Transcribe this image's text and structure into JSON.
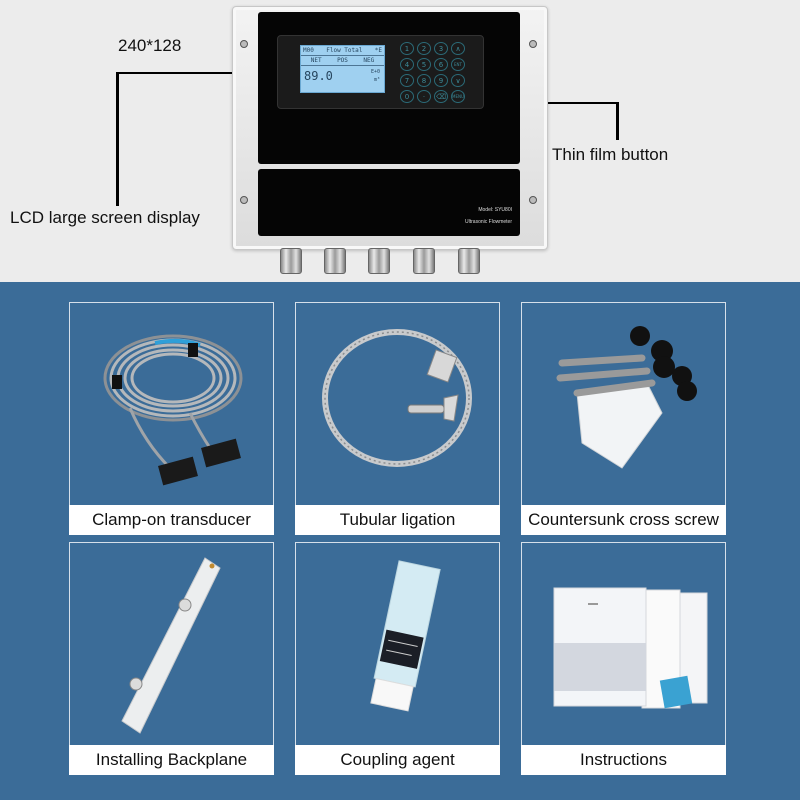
{
  "annotations": {
    "resolution": "240*128",
    "lcd_label": "LCD large screen display",
    "button_label": "Thin film button"
  },
  "device": {
    "lcd": {
      "header_left": "M00",
      "header_title": "Flow Total",
      "header_right": "*E",
      "tabs": [
        "NET",
        "POS",
        "NEG"
      ],
      "value": "89.0",
      "exponent": "E+0",
      "unit": "m³"
    },
    "keypad": [
      "1",
      "2",
      "3",
      "∧",
      "4",
      "5",
      "6",
      "ENT",
      "7",
      "8",
      "9",
      "∨",
      "0",
      "·",
      "⌫",
      "MENU"
    ],
    "model_line": "Model: SYU80I",
    "product_line": "Ultrasonic Flowmeter"
  },
  "accessories": [
    {
      "label": "Clamp-on transducer",
      "icon": "transducer-cable-icon"
    },
    {
      "label": "Tubular ligation",
      "icon": "pipe-clamp-ring-icon"
    },
    {
      "label": "Countersunk cross screw",
      "icon": "screws-anchors-icon"
    },
    {
      "label": "Installing Backplane",
      "icon": "backplane-bar-icon"
    },
    {
      "label": "Coupling agent",
      "icon": "coupling-tube-icon"
    },
    {
      "label": "Instructions",
      "icon": "manual-booklet-icon"
    }
  ],
  "colors": {
    "top_background": "#ececec",
    "bottom_background": "#3b6c98",
    "card_border": "#d6e0ea",
    "lcd_background": "#9fd0f0"
  }
}
